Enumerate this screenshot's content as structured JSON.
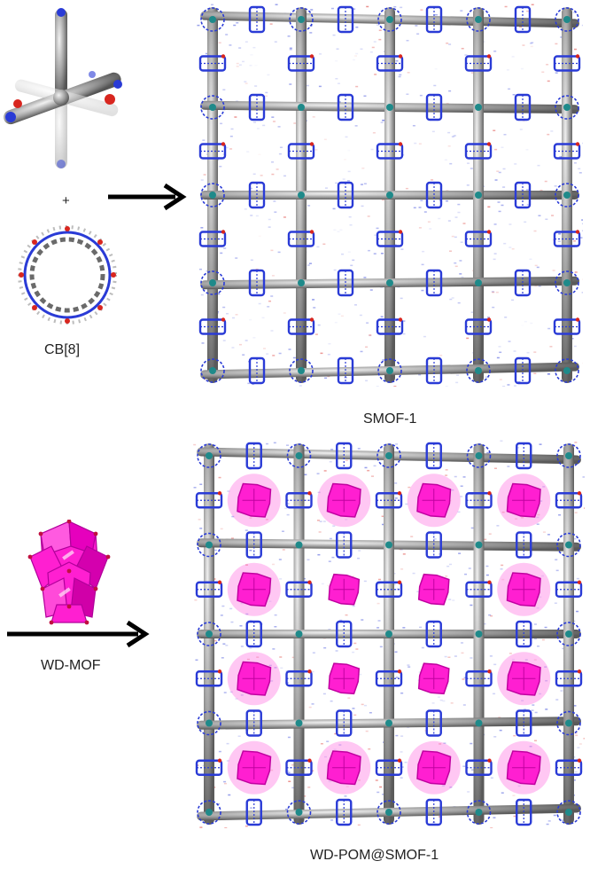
{
  "labels": {
    "plus": "+",
    "cb8": "CB[8]",
    "smof1": "SMOF-1",
    "wd_mof": "WD-MOF",
    "wd_pom_smof1": "WD-POM@SMOF-1"
  },
  "colors": {
    "carbon": "#8c8c8c",
    "nitrogen": "#2a3bd6",
    "oxygen": "#d8261f",
    "pom": "#ff1fd1",
    "arrow": "#000000",
    "background": "#ffffff"
  },
  "icons": {
    "building_block": "tetraphenylmethane-molecule-icon",
    "macrocycle": "cb8-ring-icon",
    "cluster": "polyoxometalate-cluster-icon"
  }
}
